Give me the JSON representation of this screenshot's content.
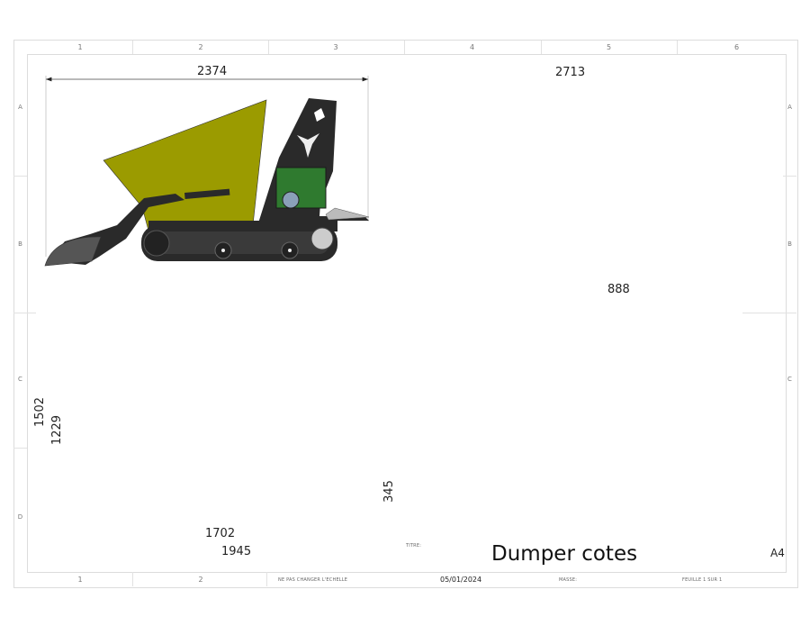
{
  "drawing": {
    "title_label": "TITRE:",
    "title": "Dumper cotes",
    "sheet_size": "A4",
    "date": "05/01/2024",
    "scale_note": "NE PAS CHANGER L'ECHELLE",
    "mass_label": "MASSE:",
    "sheet_label": "FEUILLE 1 SUR 1"
  },
  "border": {
    "columns_top": [
      "1",
      "2",
      "3",
      "4",
      "5",
      "6"
    ],
    "columns_bottom": [
      "1",
      "2"
    ],
    "rows_left": [
      "A",
      "B",
      "C",
      "D"
    ],
    "rows_right": [
      "A",
      "B",
      "C"
    ]
  },
  "views": {
    "side_bucket_lowered": {
      "overall_length": "2374"
    },
    "side_bucket_extended": {
      "overall_length": "2713"
    },
    "front_view": {
      "width": "888"
    },
    "side_bucket_raised": {
      "max_height": "1502",
      "body_height": "1229",
      "platform_height": "345",
      "track_length": "1702",
      "machine_length": "1945"
    }
  },
  "colors": {
    "bucket": "#9b9b00",
    "frame": "#2a2a2a",
    "engine": "#2f7a2f",
    "border": "#dcdcdc"
  }
}
